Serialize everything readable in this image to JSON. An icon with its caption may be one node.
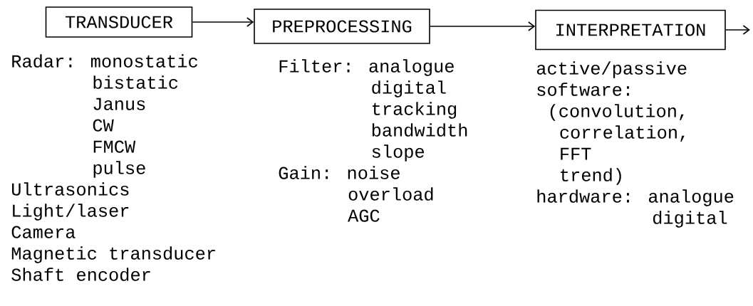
{
  "diagram": {
    "nodes": [
      {
        "text": [
          "TRANSDUCER"
        ],
        "beside": [
          "Radar: monostatic",
          "bistatic",
          "Janus",
          "CW",
          "FMCW",
          "pulse",
          "Ultrasonics",
          "Light/laser",
          "Camera",
          "Magnetic transducer",
          "Shaft encoder"
        ]
      },
      {
        "text": [
          "PREPROCESSING"
        ],
        "beside": [
          "Filter: analogue",
          "digital",
          "tracking",
          "bandwidth",
          "slope",
          "Gain: noise",
          "overload",
          "AGC"
        ]
      },
      {
        "text": [
          "INTERPRETATION"
        ],
        "beside": [
          "active/passive",
          "software:",
          "(convolution,",
          "correlation,",
          "FFT",
          "trend)",
          "hardware: analogue",
          "digital"
        ]
      }
    ],
    "edges": [
      {
        "from": 0,
        "to": 1,
        "arrow": "to"
      },
      {
        "from": 1,
        "to": 2,
        "arrow": "to"
      },
      {
        "from": 2,
        "to": null,
        "arrow": "to"
      }
    ]
  }
}
